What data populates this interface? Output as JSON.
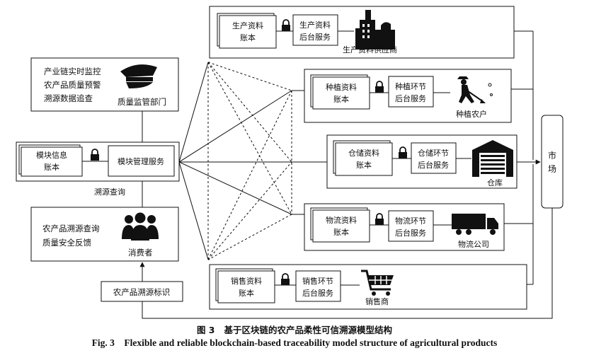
{
  "supervision": {
    "lines": [
      "产业链实时监控",
      "农产品质量预警",
      "溯源数据追查"
    ],
    "dept_label": "质量监管部门",
    "icon": "police-cap-icon"
  },
  "module": {
    "account_line1": "模块信息",
    "account_line2": "账本",
    "service": "模块管理服务"
  },
  "query_label": "溯源查询",
  "consumer": {
    "lines": [
      "农产品溯源查询",
      "质量安全反馈"
    ],
    "label": "消费者",
    "icon": "people-group-icon"
  },
  "tracing_label": "农产品溯源标识",
  "market_line1": "市",
  "market_line2": "场",
  "nodes": [
    {
      "account_line1": "生产资料",
      "account_line2": "账本",
      "service_line1": "生产资料",
      "service_line2": "后台服务",
      "label": "生产资料供应商",
      "icon": "factory-icon"
    },
    {
      "account_line1": "种植资料",
      "account_line2": "账本",
      "service_line1": "种植环节",
      "service_line2": "后台服务",
      "label": "种植农户",
      "icon": "farmer-icon"
    },
    {
      "account_line1": "仓储资料",
      "account_line2": "账本",
      "service_line1": "仓储环节",
      "service_line2": "后台服务",
      "label": "仓库",
      "icon": "warehouse-icon"
    },
    {
      "account_line1": "物流资料",
      "account_line2": "账本",
      "service_line1": "物流环节",
      "service_line2": "后台服务",
      "label": "物流公司",
      "icon": "truck-icon"
    },
    {
      "account_line1": "销售资料",
      "account_line2": "账本",
      "service_line1": "销售环节",
      "service_line2": "后台服务",
      "label": "销售商",
      "icon": "shopping-cart-icon"
    }
  ],
  "caption": {
    "zh": "图 3   基于区块链的农产品柔性可信溯源模型结构",
    "en": "Fig. 3    Flexible and reliable blockchain-based traceability model structure of agricultural products"
  }
}
